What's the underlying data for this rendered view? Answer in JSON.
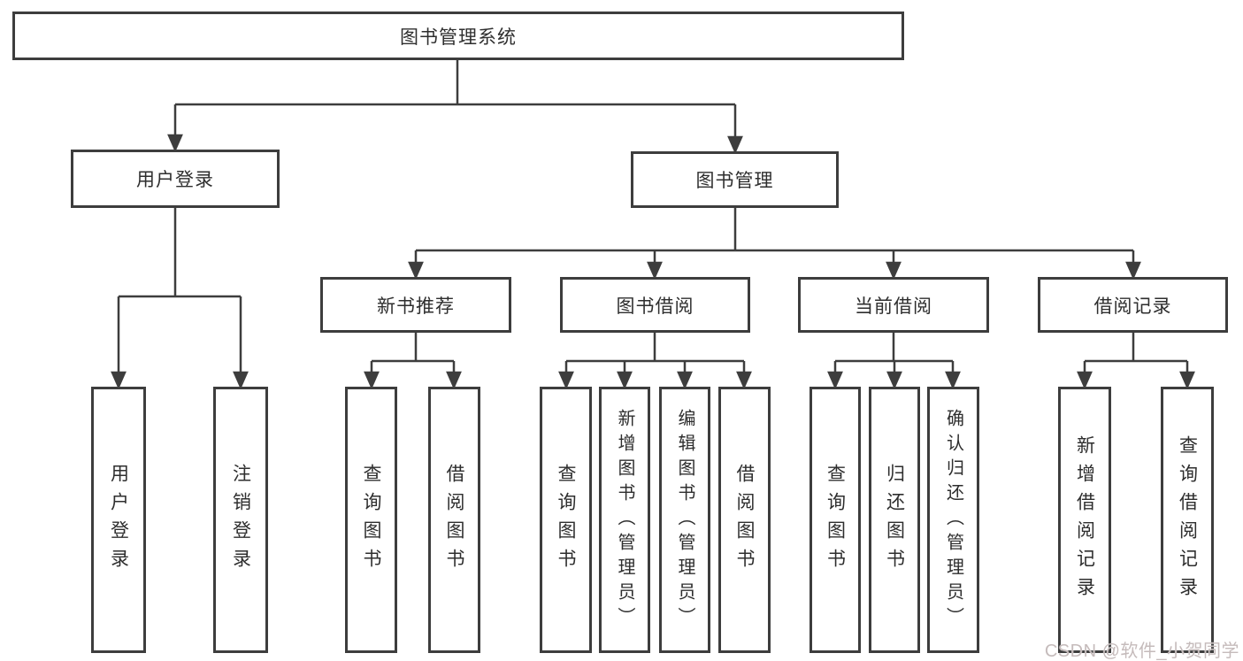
{
  "diagram": {
    "title_node": "图书管理系统",
    "tree": {
      "label": "图书管理系统",
      "children": [
        {
          "label": "用户登录",
          "children": [
            {
              "label": "用户登录"
            },
            {
              "label": "注销登录"
            }
          ]
        },
        {
          "label": "图书管理",
          "children": [
            {
              "label": "新书推荐",
              "children": [
                {
                  "label": "查询图书"
                },
                {
                  "label": "借阅图书"
                }
              ]
            },
            {
              "label": "图书借阅",
              "children": [
                {
                  "label": "查询图书"
                },
                {
                  "label": "新增图书（管理员）"
                },
                {
                  "label": "编辑图书（管理员）"
                },
                {
                  "label": "借阅图书"
                }
              ]
            },
            {
              "label": "当前借阅",
              "children": [
                {
                  "label": "查询图书"
                },
                {
                  "label": "归还图书"
                },
                {
                  "label": "确认归还（管理员）"
                }
              ]
            },
            {
              "label": "借阅记录",
              "children": [
                {
                  "label": "新增借阅记录"
                },
                {
                  "label": "查询借阅记录"
                }
              ]
            }
          ]
        }
      ]
    },
    "colors": {
      "line": "#3d3d3d",
      "text": "#2e2e2e",
      "watermark": "#c5bbbb"
    }
  },
  "watermark": "CSDN @软件_小贺同学"
}
